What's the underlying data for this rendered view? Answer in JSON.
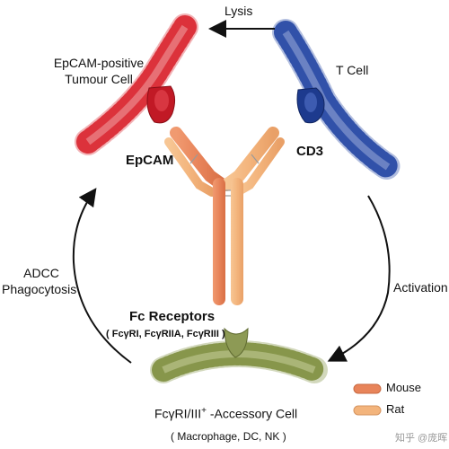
{
  "labels": {
    "lysis": "Lysis",
    "tumour_line1": "EpCAM-positive",
    "tumour_line2": "Tumour Cell",
    "t_cell": "T Cell",
    "epcam": "EpCAM",
    "cd3": "CD3",
    "adcc": "ADCC",
    "phagocytosis": "Phagocytosis",
    "activation": "Activation",
    "fc_receptors": "Fc Receptors",
    "fc_subtypes": "( FcγRI, FcγRIIA, FcγRIII )",
    "accessory_prefix": "FcγRI/III",
    "accessory_sup": "+",
    "accessory_suffix": " -Accessory Cell",
    "accessory_types": "( Macrophage, DC, NK )"
  },
  "legend": [
    {
      "label": "Mouse",
      "color": "#e8845a"
    },
    {
      "label": "Rat",
      "color": "#f3b47c"
    }
  ],
  "watermark": "知乎 @庞晖",
  "colors": {
    "tumour_membrane": "#d9242f",
    "tcell_membrane": "#2346a3",
    "accessory_membrane": "#7f8f3f",
    "mouse_arm": "#e8845a",
    "rat_arm": "#f3b47c",
    "arrow": "#111111"
  }
}
